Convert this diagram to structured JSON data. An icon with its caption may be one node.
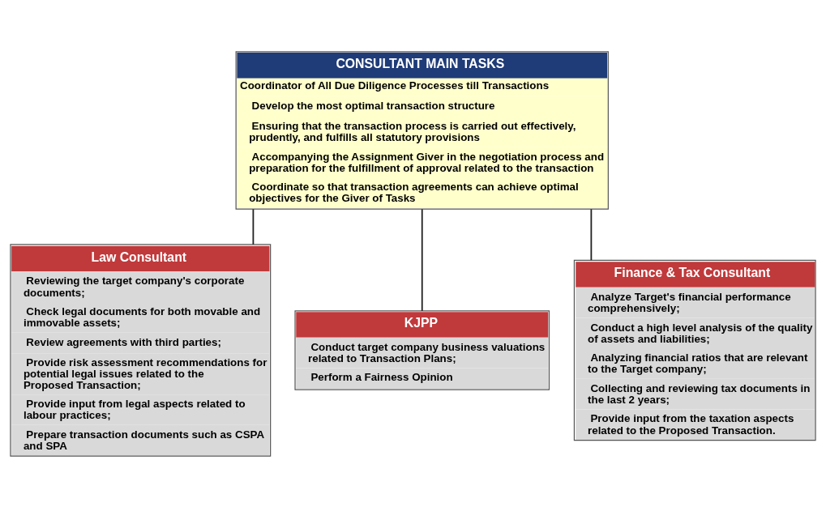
{
  "diagram": {
    "nodes": [
      {
        "text": [
          "CONSULTANT MAIN TASKS",
          "Coordinator of All Due Diligence Processes till Transactions",
          "Develop the most optimal transaction structure",
          "Ensuring that the transaction process is carried out effectively, prudently, and fulfills all statutory provisions",
          "Accompanying the Assignment Giver in the negotiation process and preparation for the fulfillment of approval related to the transaction",
          "Coordinate so that transaction agreements can achieve optimal objectives for the Giver of Tasks"
        ]
      },
      {
        "text": [
          "Law Consultant",
          "Reviewing the target company's corporate documents;",
          "Check legal documents for both movable and immovable assets;",
          "Review agreements with third parties;",
          "Provide risk assessment recommendations for potential legal issues related to the Proposed Transaction;",
          "Provide input from legal aspects related to labour practices;",
          "Prepare transaction documents such as CSPA and SPA"
        ]
      },
      {
        "text": [
          "KJPP",
          "Conduct target company business valuations related to Transaction Plans;",
          "Perform a Fairness Opinion"
        ]
      },
      {
        "text": [
          "Finance & Tax Consultant",
          "Analyze Target's financial performance comprehensively;",
          "Conduct a high level analysis of the quality of assets and liabilities;",
          "Analyzing financial ratios that are relevant to the Target company;",
          "Collecting and reviewing tax documents in the last 2 years;",
          "Provide input from the taxation aspects related to the Proposed Transaction."
        ]
      }
    ],
    "edges": [
      {
        "from": 0,
        "to": 1,
        "arrow": "none"
      },
      {
        "from": 0,
        "to": 2,
        "arrow": "none"
      },
      {
        "from": 0,
        "to": 3,
        "arrow": "none"
      }
    ]
  }
}
